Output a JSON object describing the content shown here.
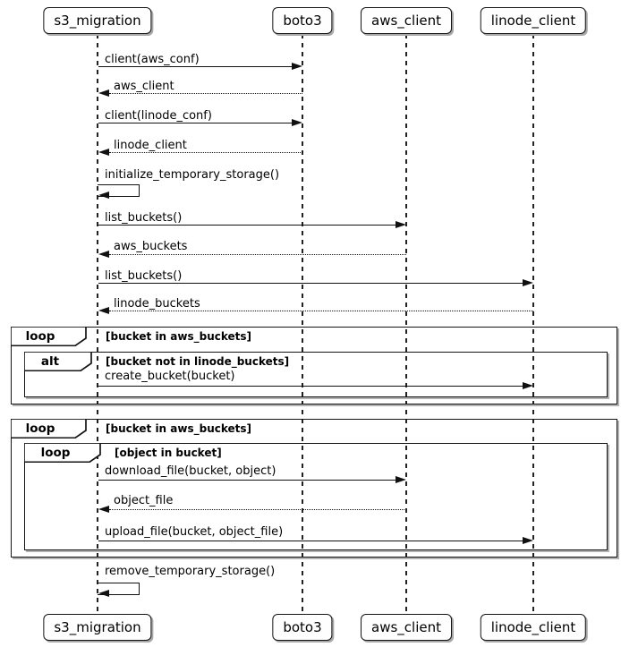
{
  "diagram": {
    "type": "uml-sequence-diagram",
    "colors": {
      "line": "#111111",
      "background": "#ffffff",
      "frame_shadow": "#b2b2b2",
      "text": "#000000"
    },
    "participants": [
      {
        "name": "s3_migration"
      },
      {
        "name": "boto3"
      },
      {
        "name": "aws_client"
      },
      {
        "name": "linode_client"
      }
    ],
    "messages": [
      {
        "label": "client(aws_conf)",
        "from": "s3_migration",
        "to": "boto3",
        "type": "call"
      },
      {
        "label": "aws_client",
        "from": "boto3",
        "to": "s3_migration",
        "type": "return"
      },
      {
        "label": "client(linode_conf)",
        "from": "s3_migration",
        "to": "boto3",
        "type": "call"
      },
      {
        "label": "linode_client",
        "from": "boto3",
        "to": "s3_migration",
        "type": "return"
      },
      {
        "label": "initialize_temporary_storage()",
        "from": "s3_migration",
        "to": "s3_migration",
        "type": "self"
      },
      {
        "label": "list_buckets()",
        "from": "s3_migration",
        "to": "aws_client",
        "type": "call"
      },
      {
        "label": "aws_buckets",
        "from": "aws_client",
        "to": "s3_migration",
        "type": "return"
      },
      {
        "label": "list_buckets()",
        "from": "s3_migration",
        "to": "linode_client",
        "type": "call"
      },
      {
        "label": "linode_buckets",
        "from": "linode_client",
        "to": "s3_migration",
        "type": "return"
      },
      {
        "label": "create_bucket(bucket)",
        "from": "s3_migration",
        "to": "linode_client",
        "type": "call"
      },
      {
        "label": "download_file(bucket, object)",
        "from": "s3_migration",
        "to": "aws_client",
        "type": "call"
      },
      {
        "label": "object_file",
        "from": "aws_client",
        "to": "s3_migration",
        "type": "return"
      },
      {
        "label": "upload_file(bucket, object_file)",
        "from": "s3_migration",
        "to": "linode_client",
        "type": "call"
      },
      {
        "label": "remove_temporary_storage()",
        "from": "s3_migration",
        "to": "s3_migration",
        "type": "self"
      }
    ],
    "frames": [
      {
        "keyword": "loop",
        "guard": "[bucket in aws_buckets]"
      },
      {
        "keyword": "alt",
        "guard": "[bucket not in linode_buckets]"
      },
      {
        "keyword": "loop",
        "guard": "[bucket in aws_buckets]"
      },
      {
        "keyword": "loop",
        "guard": "[object in bucket]"
      }
    ]
  }
}
